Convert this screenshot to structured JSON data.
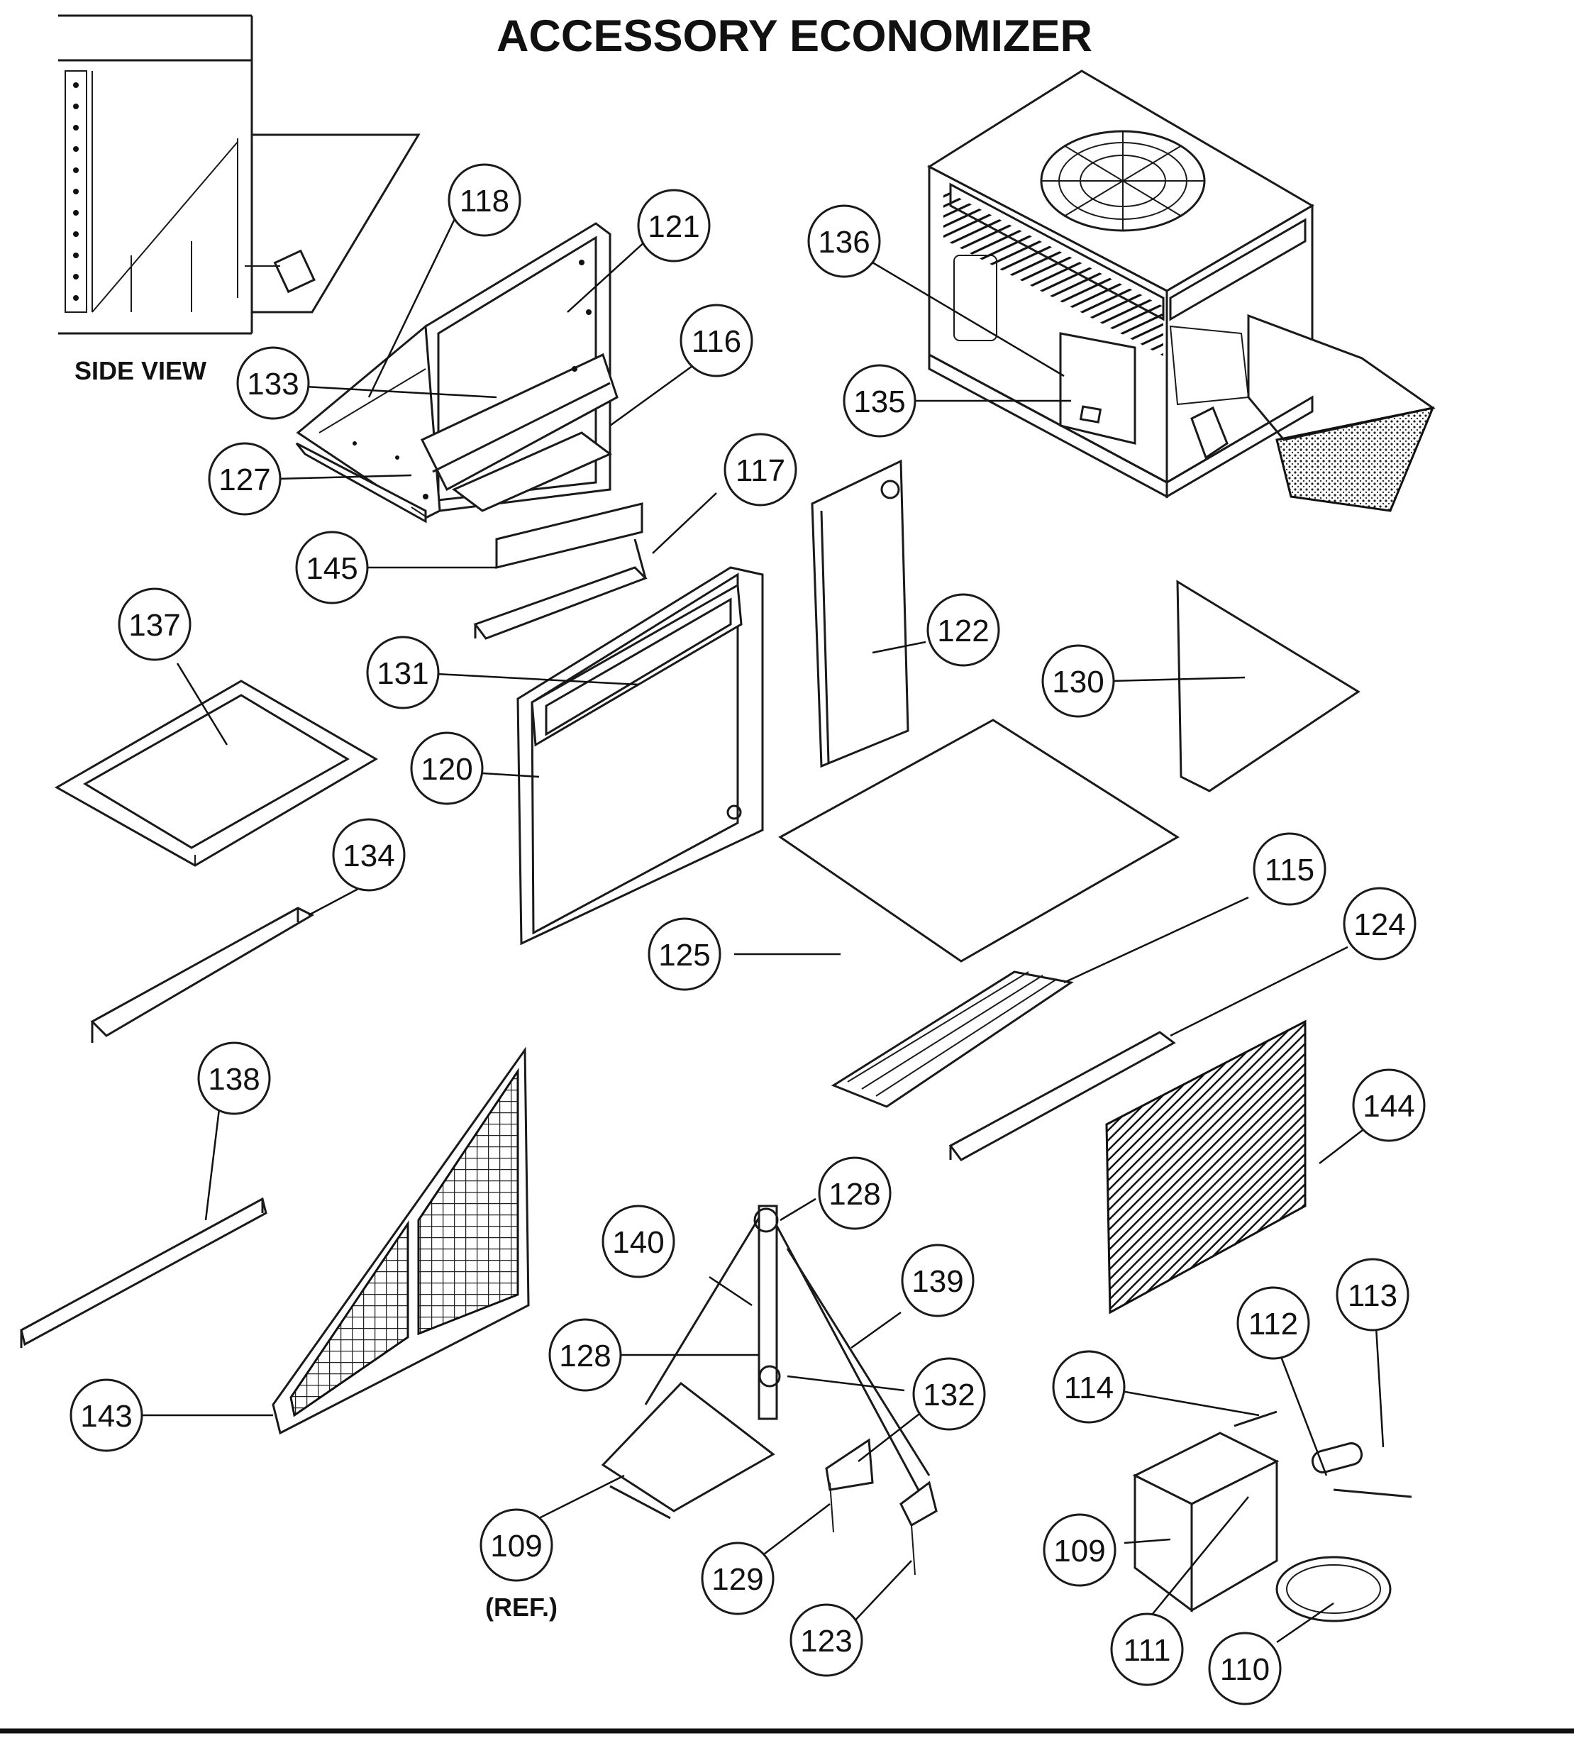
{
  "title": "ACCESSORY ECONOMIZER",
  "side_view_label": "SIDE VIEW",
  "ref_label": "(REF.)",
  "callouts": {
    "c118": "118",
    "c121": "121",
    "c116": "116",
    "c133": "133",
    "c127": "127",
    "c145": "145",
    "c117": "117",
    "c136": "136",
    "c135": "135",
    "c137": "137",
    "c131": "131",
    "c120": "120",
    "c122": "122",
    "c130": "130",
    "c134": "134",
    "c125": "125",
    "c115": "115",
    "c124": "124",
    "c138": "138",
    "c144": "144",
    "c128a": "128",
    "c140": "140",
    "c139": "139",
    "c128b": "128",
    "c132": "132",
    "c113": "113",
    "c112": "112",
    "c114": "114",
    "c143": "143",
    "c109a": "109",
    "c129": "129",
    "c109b": "109",
    "c123": "123",
    "c111": "111",
    "c110": "110"
  }
}
